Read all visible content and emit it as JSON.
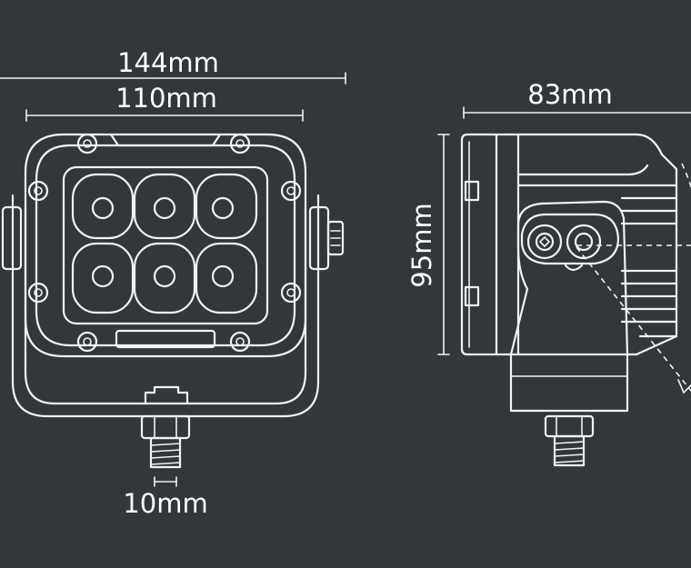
{
  "dimensions": {
    "overall_width": "144mm",
    "housing_width": "110mm",
    "side_depth": "83mm",
    "height": "95mm",
    "stud_size": "10mm"
  },
  "colors": {
    "background": "#32373c",
    "line": "#f2f2f2"
  }
}
